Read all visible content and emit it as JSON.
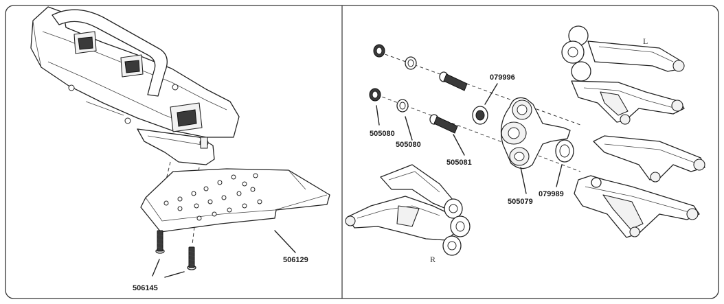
{
  "left_panel": {
    "labels": {
      "skid_plate": "506129",
      "screws": "506145"
    }
  },
  "right_panel": {
    "labels": {
      "bearing_large": "079996",
      "nut_upper": "505080",
      "washer": "505080",
      "ball_stud": "505081",
      "hub_carrier": "505079",
      "bearing_small": "079989"
    },
    "side_marks": {
      "left": "L",
      "right": "R"
    }
  }
}
